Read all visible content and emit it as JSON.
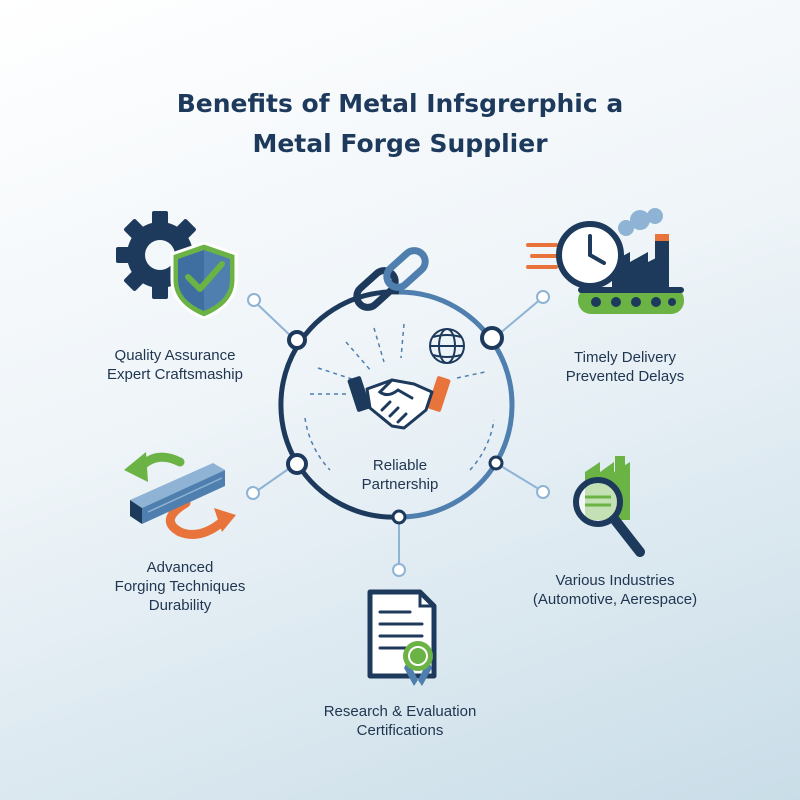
{
  "title": {
    "line1": "Benefits of Metal Infsgrerphic a",
    "line2": "Metal Forge Supplier"
  },
  "center": {
    "line1": "Reliable",
    "line2": "Partnership",
    "icons": [
      "chain-link-icon",
      "globe-icon",
      "handshake-icon"
    ]
  },
  "nodes": {
    "quality": {
      "line1": "Quality Assurance",
      "line2": "Expert Craftsmaship",
      "icons": [
        "gear-icon",
        "shield-check-icon"
      ]
    },
    "delivery": {
      "line1": "Timely Delivery",
      "line2": "Prevented Delays",
      "icons": [
        "clock-icon",
        "factory-icon",
        "conveyor-icon"
      ]
    },
    "forging": {
      "line1": "Advanced",
      "line2": "Forging Techniques",
      "line3": "Durability",
      "icons": [
        "metal-bar-icon",
        "cycle-arrows-icon"
      ]
    },
    "industries": {
      "line1": "Various Industries",
      "line2": "(Automotive, Aerespace)",
      "icons": [
        "magnifier-icon",
        "factory-icon"
      ]
    },
    "research": {
      "line1": "Research & Evaluation",
      "line2": "Certifications",
      "icons": [
        "certificate-icon",
        "award-ribbon-icon"
      ]
    }
  },
  "colors": {
    "navy": "#1d3a5c",
    "steel_blue": "#4f7fae",
    "light_blue": "#8fb3d4",
    "green": "#6ab344",
    "orange": "#e8743b"
  }
}
